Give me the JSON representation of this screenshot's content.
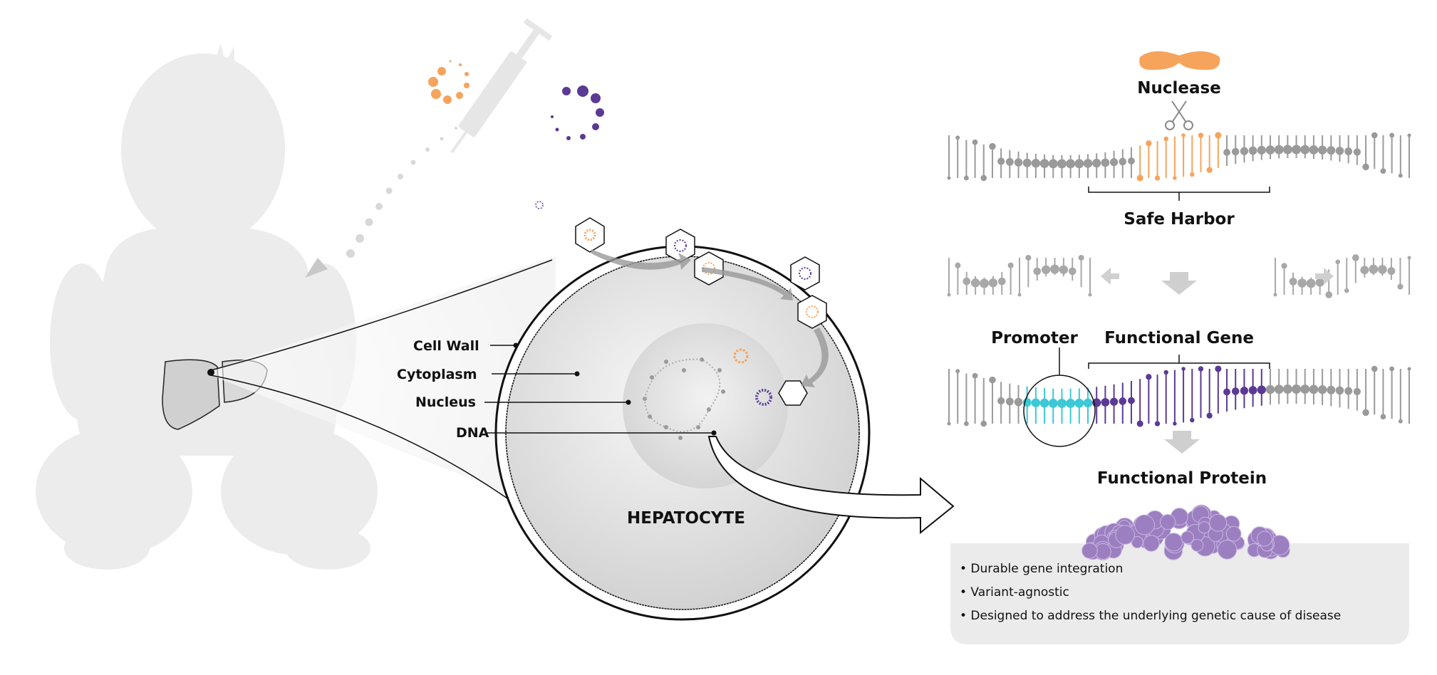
{
  "colors": {
    "orange": "#f6a35c",
    "purple": "#5b3a95",
    "teal": "#3cc8d6",
    "grey_dna": "#9a9a9a",
    "silhouette": "#ececec",
    "protein": "#9b7fc0"
  },
  "cell": {
    "labels": {
      "cell_wall": "Cell Wall",
      "cytoplasm": "Cytoplasm",
      "nucleus": "Nucleus",
      "dna": "DNA"
    },
    "title": "HEPATOCYTE"
  },
  "editing": {
    "nuclease": "Nuclease",
    "safe_harbor": "Safe Harbor",
    "promoter": "Promoter",
    "functional_gene": "Functional Gene",
    "functional_protein": "Functional Protein"
  },
  "benefits": [
    "• Durable gene integration",
    "• Variant-agnostic",
    "• Designed to address the underlying genetic cause of disease"
  ]
}
